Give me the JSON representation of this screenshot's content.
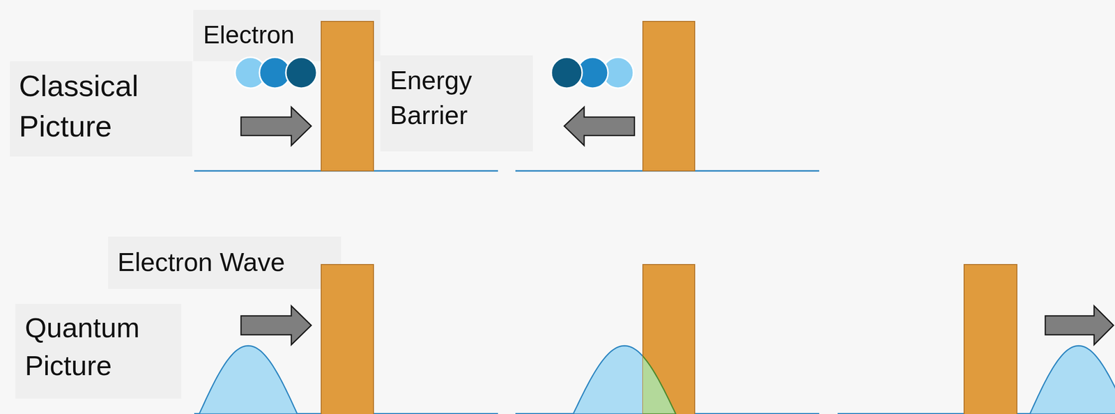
{
  "diagram": {
    "labels": [
      "Electron",
      "Classical Picture",
      "Energy Barrier",
      "Electron Wave",
      "Quantum Picture"
    ]
  }
}
